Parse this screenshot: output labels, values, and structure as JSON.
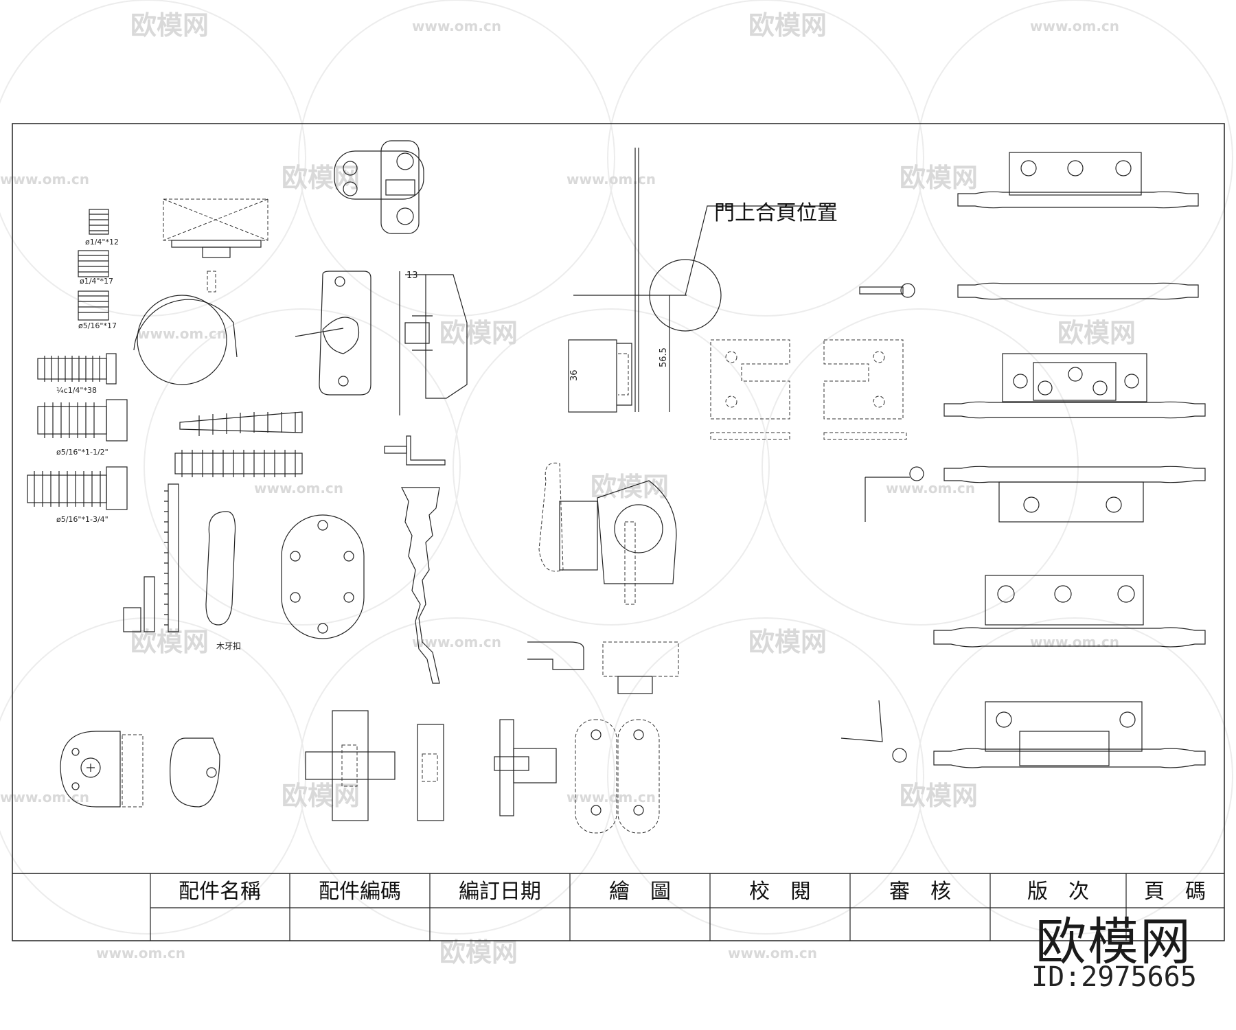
{
  "drawing": {
    "door_note": "門上合頁位置",
    "dims": {
      "d13": "13",
      "d36": "36",
      "d565": "56.5"
    },
    "screw_labels": [
      "ø1/4\"*12",
      "ø1/4\"*17",
      "ø5/16\"*17",
      "¼c1/4\"*38",
      "ø5/16\"*1-1/2\"",
      "ø5/16\"*1-3/4\""
    ],
    "small_label": "木牙扣"
  },
  "title_block": {
    "headers": [
      "配件名稱",
      "配件編碼",
      "編訂日期",
      "繪　圖",
      "校　閱",
      "審　核",
      "版　次",
      "頁　碼"
    ]
  },
  "watermark": {
    "brand": "欧模网",
    "url": "www.om.cn",
    "big_text": "欧模网",
    "id_text": "ID:2975665"
  }
}
